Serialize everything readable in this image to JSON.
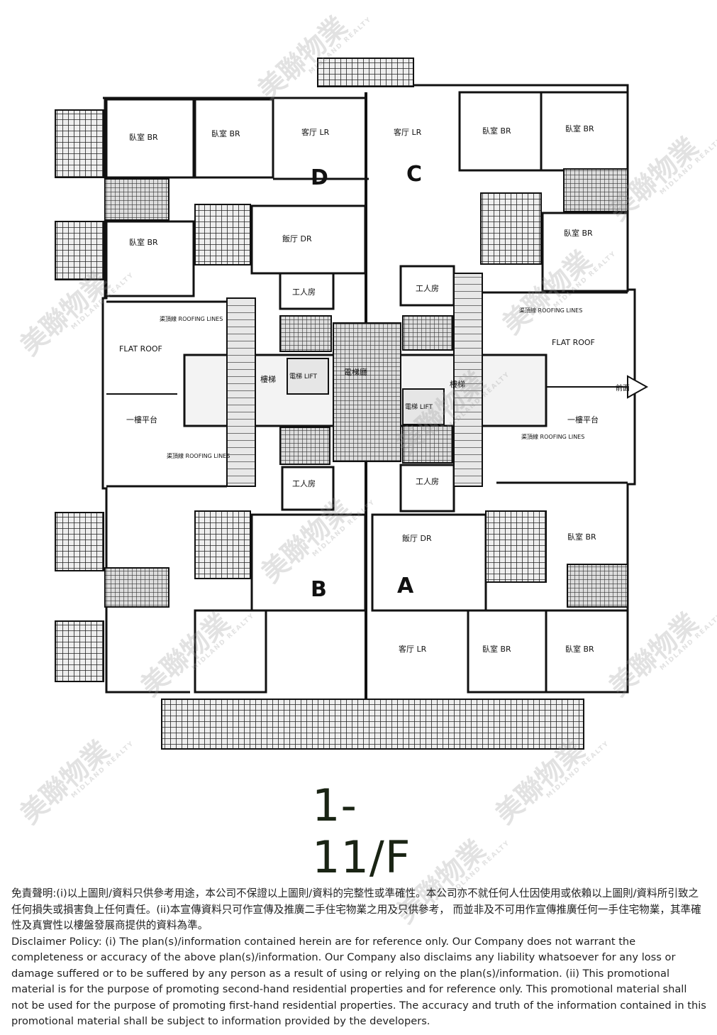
{
  "plan": {
    "units": [
      {
        "id": "D",
        "rooms": {
          "bedroom1": "臥室 BR",
          "bedroom2": "臥室 BR",
          "living": "客厅 LR",
          "bedroom3": "臥室 BR",
          "dining": "飯厅 DR",
          "maid": "工人房"
        }
      },
      {
        "id": "C",
        "rooms": {
          "living": "客厅 LR",
          "bedroom1": "臥室 BR",
          "bedroom2": "臥室 BR",
          "bedroom3": "臥室 BR",
          "maid": "工人房"
        }
      },
      {
        "id": "B",
        "rooms": {
          "maid": "工人房"
        }
      },
      {
        "id": "A",
        "rooms": {
          "dining": "飯厅 DR",
          "bedroom1": "臥室 BR",
          "living": "客厅 LR",
          "bedroom2": "臥室 BR",
          "bedroom3": "臥室 BR",
          "maid": "工人房"
        }
      }
    ],
    "flat_roof_left": "FLAT ROOF",
    "flat_roof_right": "FLAT ROOF",
    "platform_left": "一樓平台",
    "platform_right": "一樓平台",
    "lift_left": "電梯 LIFT",
    "lift_right": "電梯 LIFT",
    "lobby": "電梯廳",
    "stair_left": "樓梯",
    "stair_right": "樓梯",
    "lines_left_top": "渠頂線 ROOFING LINES",
    "lines_left_bottom": "渠頂線 ROOFING LINES",
    "lines_right_top": "渠頂線 ROOFING LINES",
    "lines_right_bottom": "渠頂線 ROOFING LINES",
    "entrance": "前面"
  },
  "floor_label": "1-11/F",
  "watermark": {
    "brand": "美聯物業",
    "sub": "MIDLAND REALTY"
  },
  "disclaimer": {
    "zh": "免責聲明:(i)以上圖則/資料只供參考用途，本公司不保證以上圖則/資料的完整性或準確性。本公司亦不就任何人仕因使用或依賴以上圖則/資料所引致之任何損失或損害負上任何責任。(ii)本宣傳資料只可作宣傳及推廣二手住宅物業之用及只供參考， 而並非及不可用作宣傳推廣任何一手住宅物業，其準確性及真實性以樓盤發展商提供的資料為準。",
    "en": "Disclaimer Policy: (i) The plan(s)/information contained herein are for reference only. Our Company does not warrant the completeness or accuracy of the above plan(s)/information. Our Company also disclaims any liability whatsoever for any loss or damage suffered or to be suffered by any person as a result of using or relying on the plan(s)/information. (ii) This promotional material is for the purpose of promoting second-hand residential properties and for reference only. This promotional material shall not be used for the purpose of promoting first-hand residential properties. The accuracy and truth of the information contained in this promotional material shall be subject to information provided by the developers."
  }
}
